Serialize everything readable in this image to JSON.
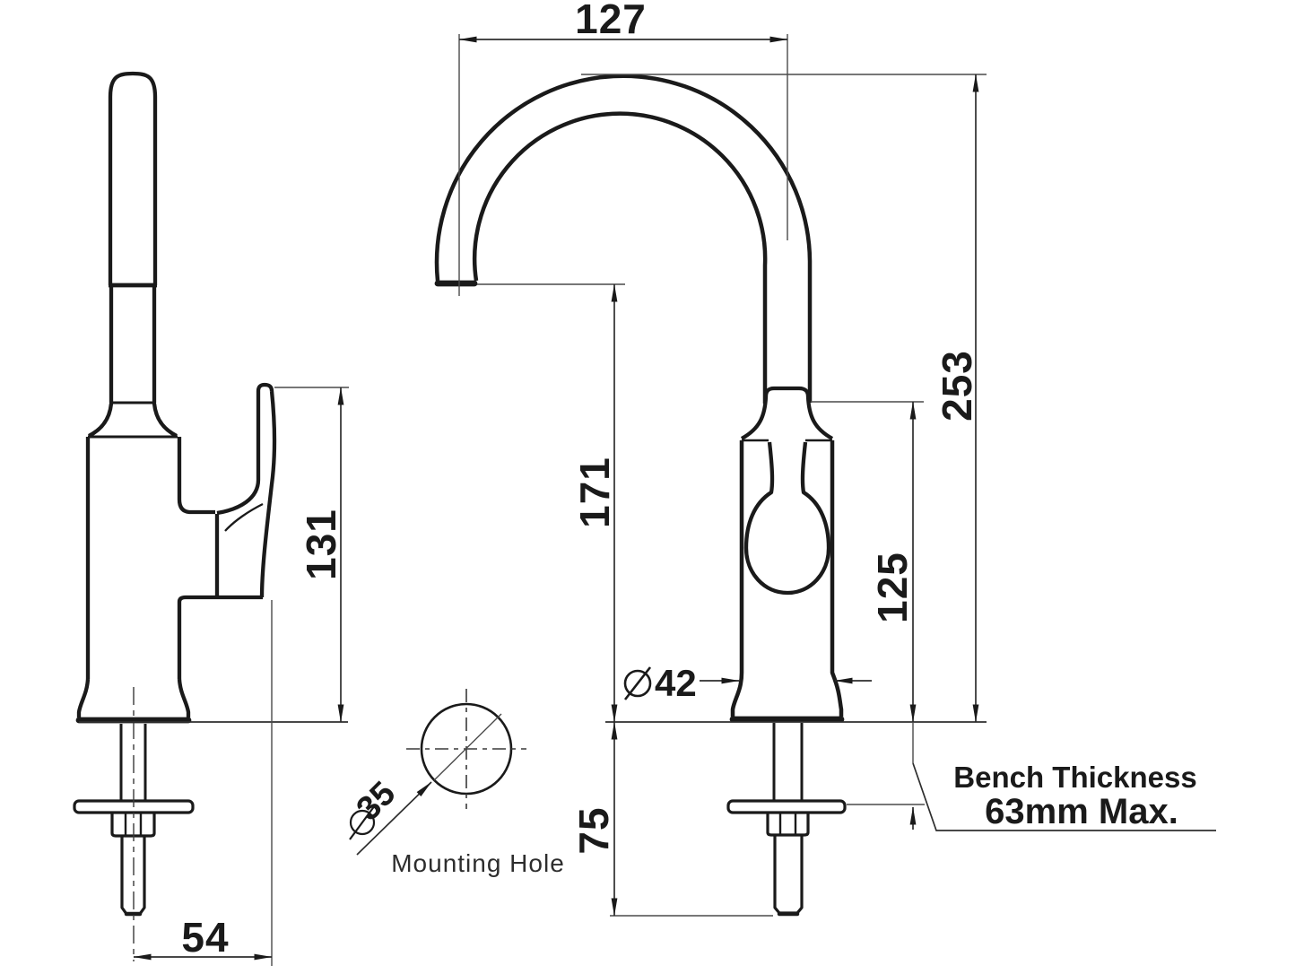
{
  "page": {
    "background": "#ffffff"
  },
  "colors": {
    "object_line": "#1a1a1a",
    "dimension_line": "#2e2e2e",
    "extension_line": "#4a4a4a"
  },
  "dimensions": {
    "spout_reach": "127",
    "handle_height": "131",
    "spout_outlet_height": "171",
    "overall_height": "253",
    "body_top_height": "125",
    "under_bench_depth": "75",
    "handle_offset": "54",
    "body_diameter": "42",
    "mounting_hole_diameter": "35"
  },
  "labels": {
    "mounting_hole": "Mounting Hole",
    "bench_thickness_line1": "Bench Thickness",
    "bench_thickness_line2": "63mm Max."
  }
}
